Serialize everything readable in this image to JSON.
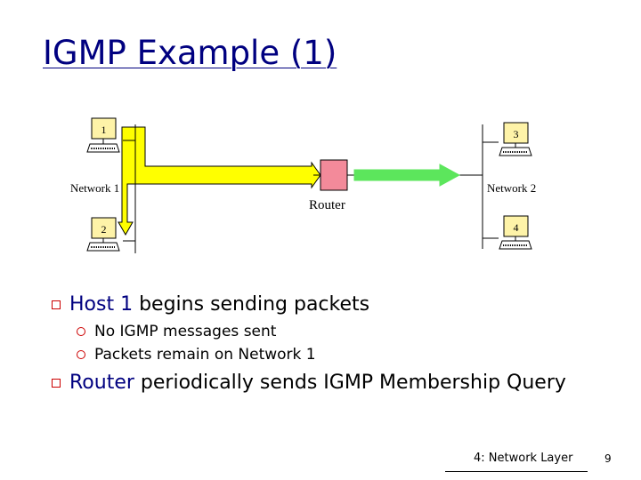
{
  "slide": {
    "title": "IGMP Example (1)",
    "footer": "4: Network Layer",
    "page_number": "9"
  },
  "diagram": {
    "hosts": [
      {
        "id": "1"
      },
      {
        "id": "2"
      },
      {
        "id": "3"
      },
      {
        "id": "4"
      }
    ],
    "network1_label": "Network 1",
    "network2_label": "Network 2",
    "router_label": "Router",
    "colors": {
      "screen": "#fef3a8",
      "router": "#f38a9a",
      "yellow_path": "#ffff00",
      "green_arrow": "#5ce65c"
    }
  },
  "bullets": [
    {
      "highlight": "Host 1",
      "text": " begins sending packets",
      "sub": [
        "No IGMP messages sent",
        "Packets remain on Network 1"
      ]
    },
    {
      "highlight": "Router",
      "text": " periodically sends IGMP Membership Query",
      "sub": []
    }
  ]
}
